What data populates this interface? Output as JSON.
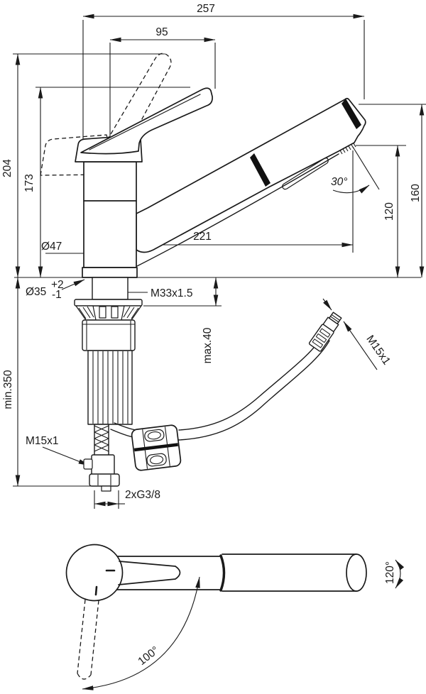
{
  "colors": {
    "ink": "#1a1a1a",
    "background": "#ffffff"
  },
  "labels": {
    "width_total": "257",
    "handle_reach": "95",
    "height_total": "204",
    "height_handle": "173",
    "dia_body": "Ø47",
    "dia_hole": "Ø35",
    "dia_hole_tol_plus": "+2",
    "dia_hole_tol_minus": "-1",
    "thread_shank": "M33x1.5",
    "deck_thickness_max": "max.40",
    "clearance_min": "min.350",
    "thread_hose_bottom": "M15x1",
    "thread_hose_end": "M15x1",
    "supply_connections": "2xG3/8",
    "spout_reach": "221",
    "outlet_height": "120",
    "spout_height": "160",
    "spray_angle": "30°",
    "handle_swing_angle": "100°",
    "spout_swivel_angle": "120°"
  }
}
